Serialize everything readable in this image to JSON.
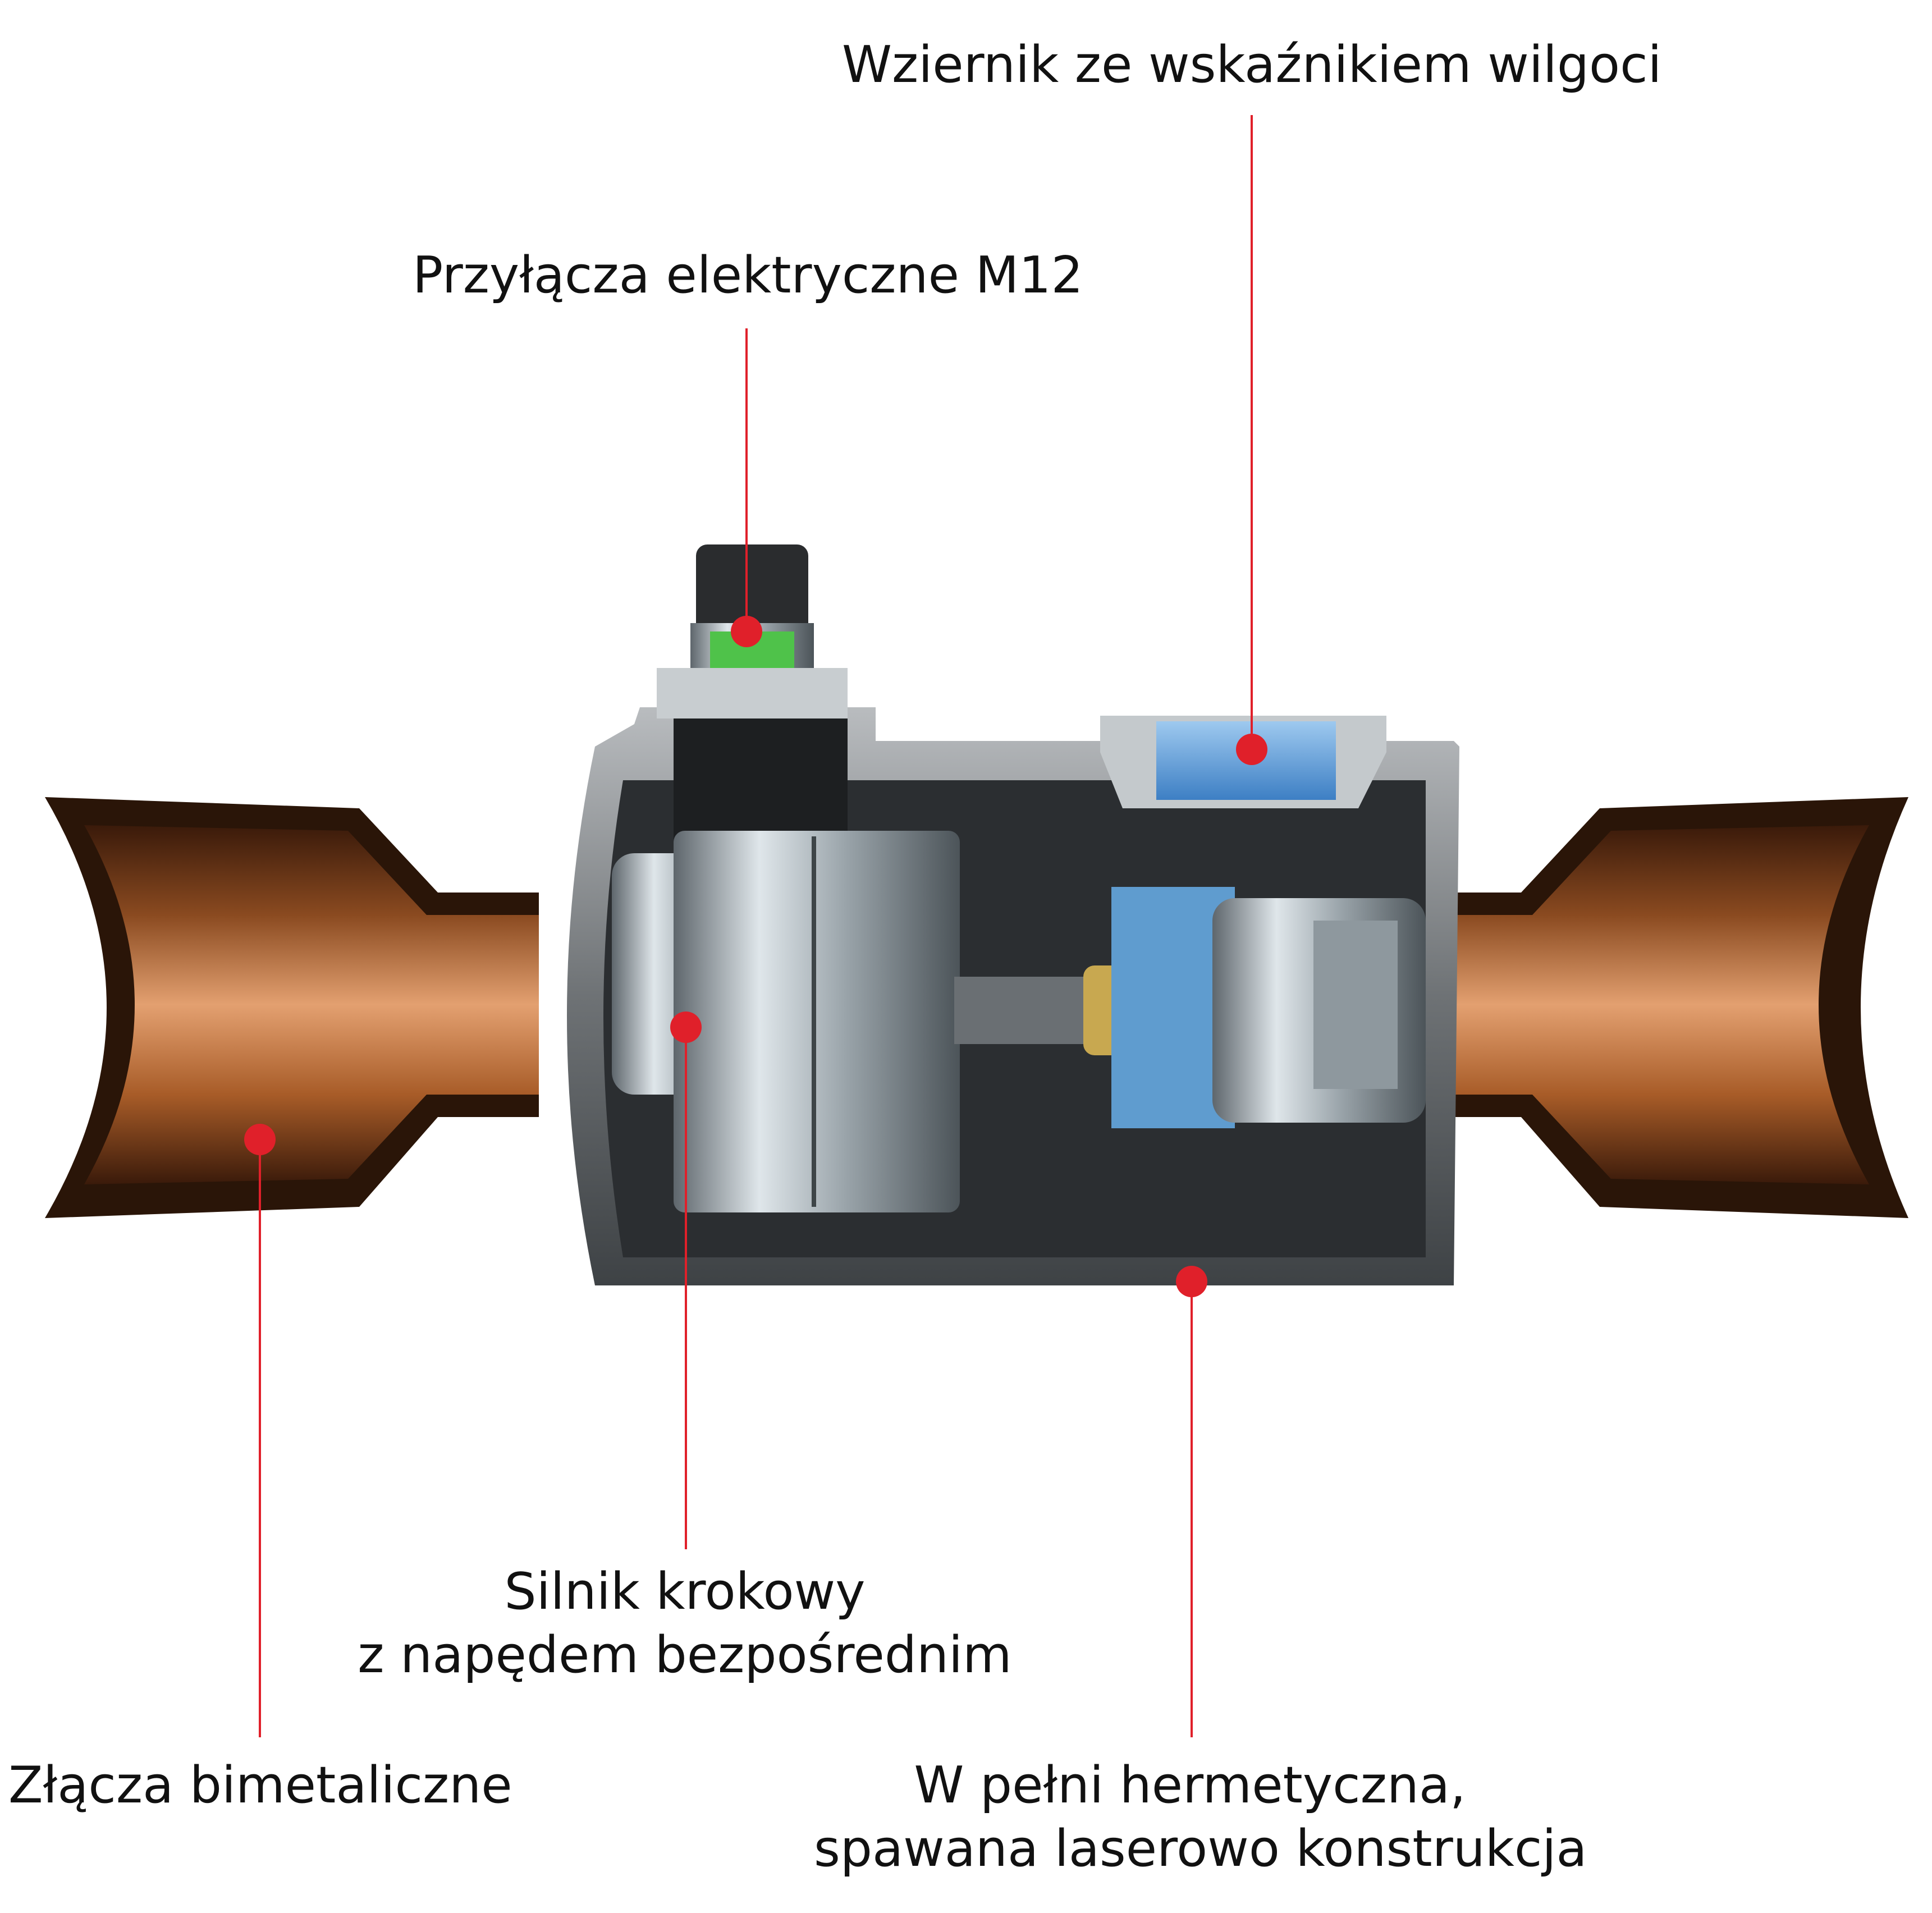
{
  "labels": {
    "sight_glass": "Wziernik ze wskaźnikiem wilgoci",
    "electrical": "Przyłącza elektryczne M12",
    "motor_line1": "Silnik krokowy",
    "motor_line2": "z napędem bezpośrednim",
    "bimetal": "Złącza bimetaliczne",
    "hermetic_line1": "W pełni hermetyczna,",
    "hermetic_line2": "spawana laserowo konstrukcja"
  },
  "colors": {
    "callout": "#e0202a",
    "copper": "#b8672c",
    "steel": "#8a8f94",
    "sensor_green": "#4fc24a",
    "glass_blue": "#5aa3e0"
  }
}
